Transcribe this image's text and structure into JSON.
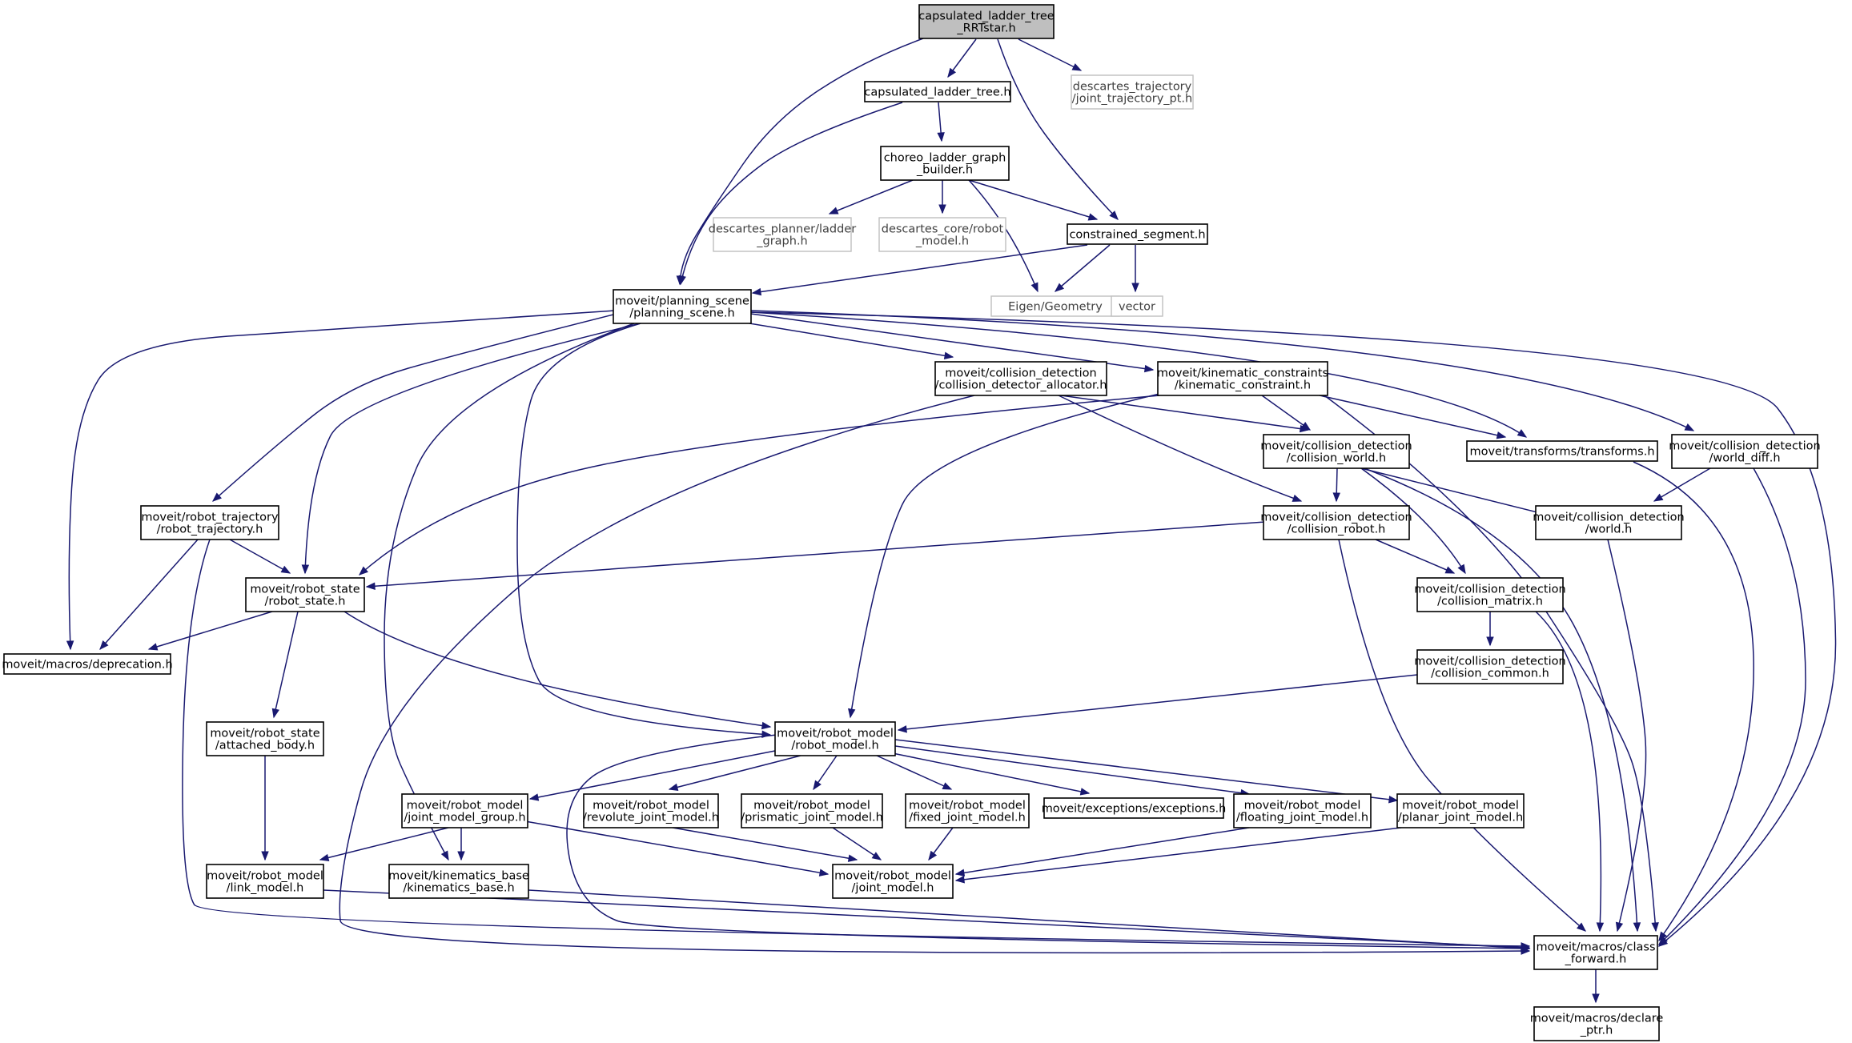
{
  "graph": {
    "nodes": [
      {
        "id": "n0",
        "lines": [
          "capsulated_ladder_tree",
          "_RRTstar.h"
        ],
        "kind": "root"
      },
      {
        "id": "n1",
        "lines": [
          "capsulated_ladder_tree.h"
        ],
        "kind": "normal"
      },
      {
        "id": "n2",
        "lines": [
          "descartes_trajectory",
          "/joint_trajectory_pt.h"
        ],
        "kind": "missing"
      },
      {
        "id": "n3",
        "lines": [
          "choreo_ladder_graph",
          "_builder.h"
        ],
        "kind": "normal"
      },
      {
        "id": "n4",
        "lines": [
          "descartes_planner/ladder",
          "_graph.h"
        ],
        "kind": "missing"
      },
      {
        "id": "n5",
        "lines": [
          "descartes_core/robot",
          "_model.h"
        ],
        "kind": "missing"
      },
      {
        "id": "n6",
        "lines": [
          "constrained_segment.h"
        ],
        "kind": "normal"
      },
      {
        "id": "n7",
        "lines": [
          "moveit/planning_scene",
          "/planning_scene.h"
        ],
        "kind": "normal"
      },
      {
        "id": "n8",
        "lines": [
          "Eigen/Geometry"
        ],
        "kind": "missing"
      },
      {
        "id": "n9",
        "lines": [
          "vector"
        ],
        "kind": "missing"
      },
      {
        "id": "n10",
        "lines": [
          "moveit/collision_detection",
          "/collision_detector_allocator.h"
        ],
        "kind": "normal"
      },
      {
        "id": "n11",
        "lines": [
          "moveit/kinematic_constraints",
          "/kinematic_constraint.h"
        ],
        "kind": "normal"
      },
      {
        "id": "n12",
        "lines": [
          "moveit/collision_detection",
          "/collision_world.h"
        ],
        "kind": "normal"
      },
      {
        "id": "n13",
        "lines": [
          "moveit/transforms/transforms.h"
        ],
        "kind": "normal"
      },
      {
        "id": "n14",
        "lines": [
          "moveit/collision_detection",
          "/world_diff.h"
        ],
        "kind": "normal"
      },
      {
        "id": "n15",
        "lines": [
          "moveit/robot_trajectory",
          "/robot_trajectory.h"
        ],
        "kind": "normal"
      },
      {
        "id": "n16",
        "lines": [
          "moveit/collision_detection",
          "/collision_robot.h"
        ],
        "kind": "normal"
      },
      {
        "id": "n17",
        "lines": [
          "moveit/collision_detection",
          "/world.h"
        ],
        "kind": "normal"
      },
      {
        "id": "n18",
        "lines": [
          "moveit/robot_state",
          "/robot_state.h"
        ],
        "kind": "normal"
      },
      {
        "id": "n19",
        "lines": [
          "moveit/collision_detection",
          "/collision_matrix.h"
        ],
        "kind": "normal"
      },
      {
        "id": "n20",
        "lines": [
          "moveit/macros/deprecation.h"
        ],
        "kind": "normal"
      },
      {
        "id": "n21",
        "lines": [
          "moveit/collision_detection",
          "/collision_common.h"
        ],
        "kind": "normal"
      },
      {
        "id": "n22",
        "lines": [
          "moveit/robot_state",
          "/attached_body.h"
        ],
        "kind": "normal"
      },
      {
        "id": "n23",
        "lines": [
          "moveit/robot_model",
          "/robot_model.h"
        ],
        "kind": "normal"
      },
      {
        "id": "n24",
        "lines": [
          "moveit/robot_model",
          "/joint_model_group.h"
        ],
        "kind": "normal"
      },
      {
        "id": "n25",
        "lines": [
          "moveit/robot_model",
          "/revolute_joint_model.h"
        ],
        "kind": "normal"
      },
      {
        "id": "n26",
        "lines": [
          "moveit/robot_model",
          "/prismatic_joint_model.h"
        ],
        "kind": "normal"
      },
      {
        "id": "n27",
        "lines": [
          "moveit/robot_model",
          "/fixed_joint_model.h"
        ],
        "kind": "normal"
      },
      {
        "id": "n28",
        "lines": [
          "moveit/exceptions/exceptions.h"
        ],
        "kind": "normal"
      },
      {
        "id": "n29",
        "lines": [
          "moveit/robot_model",
          "/floating_joint_model.h"
        ],
        "kind": "normal"
      },
      {
        "id": "n30",
        "lines": [
          "moveit/robot_model",
          "/planar_joint_model.h"
        ],
        "kind": "normal"
      },
      {
        "id": "n31",
        "lines": [
          "moveit/robot_model",
          "/link_model.h"
        ],
        "kind": "normal"
      },
      {
        "id": "n32",
        "lines": [
          "moveit/kinematics_base",
          "/kinematics_base.h"
        ],
        "kind": "normal"
      },
      {
        "id": "n33",
        "lines": [
          "moveit/robot_model",
          "/joint_model.h"
        ],
        "kind": "normal"
      },
      {
        "id": "n34",
        "lines": [
          "moveit/macros/class",
          "_forward.h"
        ],
        "kind": "normal"
      },
      {
        "id": "n35",
        "lines": [
          "moveit/macros/declare",
          "_ptr.h"
        ],
        "kind": "normal"
      }
    ],
    "colors": {
      "edge": "#191970",
      "root_fill": "#bfbfbf",
      "missing_border": "#bfbfbf",
      "node_border": "#000000",
      "background": "#ffffff"
    }
  }
}
